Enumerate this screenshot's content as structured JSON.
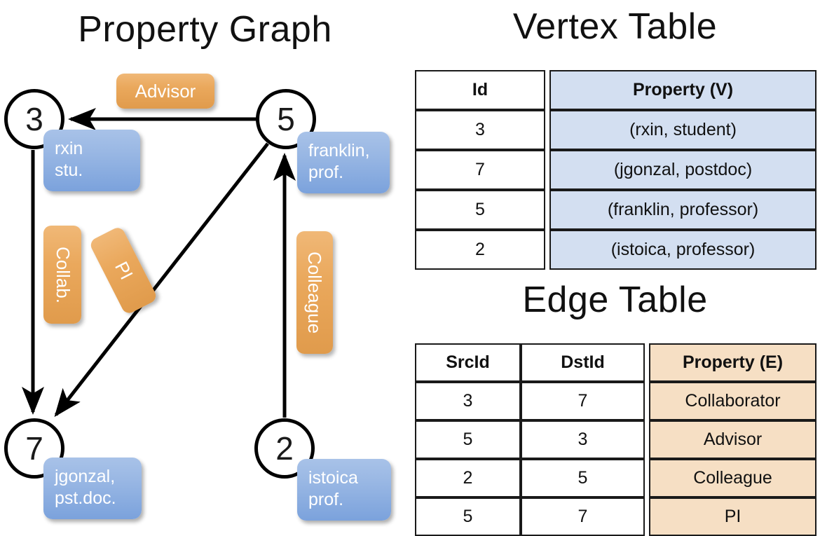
{
  "titles": {
    "property_graph": "Property Graph",
    "vertex_table": "Vertex Table",
    "edge_table": "Edge Table"
  },
  "colors": {
    "vertex_property_fill": "#d3dff1",
    "edge_property_fill": "#f6dfc4",
    "node_callout_blue": "#8fb2e3",
    "edge_callout_orange": "#eaa85c",
    "stroke": "#000000"
  },
  "graph": {
    "nodes": [
      {
        "id": "3",
        "label": "3",
        "property_line1": "rxin",
        "property_line2": "stu."
      },
      {
        "id": "5",
        "label": "5",
        "property_line1": "franklin,",
        "property_line2": "prof."
      },
      {
        "id": "7",
        "label": "7",
        "property_line1": "jgonzal,",
        "property_line2": "pst.doc."
      },
      {
        "id": "2",
        "label": "2",
        "property_line1": "istoica",
        "property_line2": "prof."
      }
    ],
    "edge_labels": [
      {
        "name": "advisor",
        "text": "Advisor",
        "orientation": "horizontal"
      },
      {
        "name": "collab",
        "text": "Collab.",
        "orientation": "vertical"
      },
      {
        "name": "pi",
        "text": "PI",
        "orientation": "diagonal"
      },
      {
        "name": "colleague",
        "text": "Colleague",
        "orientation": "vertical"
      }
    ],
    "edges": [
      {
        "from": "5",
        "to": "3",
        "label": "Advisor"
      },
      {
        "from": "3",
        "to": "7",
        "label": "Collab."
      },
      {
        "from": "5",
        "to": "7",
        "label": "PI"
      },
      {
        "from": "2",
        "to": "5",
        "label": "Colleague"
      }
    ]
  },
  "vertex_table": {
    "headers": [
      "Id",
      "Property (V)"
    ],
    "rows": [
      {
        "id": "3",
        "property": "(rxin, student)"
      },
      {
        "id": "7",
        "property": "(jgonzal, postdoc)"
      },
      {
        "id": "5",
        "property": "(franklin, professor)"
      },
      {
        "id": "2",
        "property": "(istoica, professor)"
      }
    ]
  },
  "edge_table": {
    "headers": [
      "SrcId",
      "DstId",
      "Property (E)"
    ],
    "rows": [
      {
        "src": "3",
        "dst": "7",
        "property": "Collaborator"
      },
      {
        "src": "5",
        "dst": "3",
        "property": "Advisor"
      },
      {
        "src": "2",
        "dst": "5",
        "property": "Colleague"
      },
      {
        "src": "5",
        "dst": "7",
        "property": "PI"
      }
    ]
  }
}
